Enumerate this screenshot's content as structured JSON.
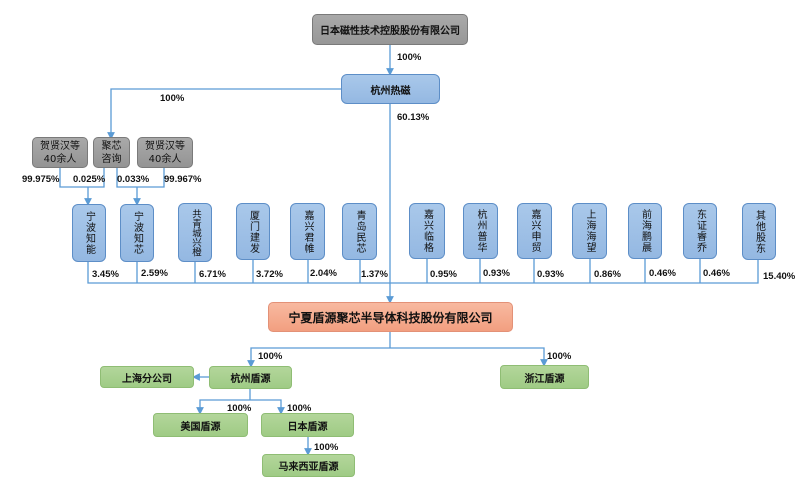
{
  "diagram": {
    "title": "Ownership structure",
    "colors": {
      "line": "#5b9bd5",
      "gray_box": "#a0a0a0",
      "blue_box": "#9dbfe6",
      "orange_box": "#f4a98b",
      "green_box": "#a9d191"
    },
    "top_parent": {
      "label": "日本磁性技术控股股份有限公司"
    },
    "parent_to_hangzhou_pct": "100%",
    "hangzhou_recmag": {
      "label": "杭州热磁"
    },
    "hangzhou_to_juxin_pct": "100%",
    "hangzhou_to_main_pct": "60.13%",
    "juxin_consulting": {
      "label_line1": "聚芯",
      "label_line2": "咨询"
    },
    "left_group": {
      "label_line1": "贺贤汉等",
      "label_line2": "40余人"
    },
    "right_group": {
      "label_line1": "贺贤汉等",
      "label_line2": "40余人"
    },
    "pct_left_group_to_zhineng": "99.975%",
    "pct_juxin_to_zhineng": "0.025%",
    "pct_juxin_to_zhixin": "0.033%",
    "pct_right_group_to_zhixin": "99.967%",
    "shareholders": [
      {
        "label": "宁波知能",
        "pct": "3.45%"
      },
      {
        "label": "宁波知芯",
        "pct": "2.59%"
      },
      {
        "label": "共青城兴橙",
        "pct": "6.71%"
      },
      {
        "label": "厦门建发",
        "pct": "3.72%"
      },
      {
        "label": "嘉兴君帷",
        "pct": "2.04%"
      },
      {
        "label": "青岛民芯",
        "pct": "1.37%"
      },
      {
        "label": "嘉兴临格",
        "pct": "0.95%"
      },
      {
        "label": "杭州普华",
        "pct": "0.93%"
      },
      {
        "label": "嘉兴申贸",
        "pct": "0.93%"
      },
      {
        "label": "上海海望",
        "pct": "0.86%"
      },
      {
        "label": "前海鹏晨",
        "pct": "0.46%"
      },
      {
        "label": "东证睿乔",
        "pct": "0.46%"
      },
      {
        "label": "其他股东",
        "pct": "15.40%"
      }
    ],
    "main_company": {
      "label": "宁夏盾源聚芯半导体科技股份有限公司"
    },
    "subsidiaries": {
      "hangzhou_dunyuan": {
        "label": "杭州盾源",
        "pct": "100%"
      },
      "zhejiang_dunyuan": {
        "label": "浙江盾源",
        "pct": "100%"
      },
      "shanghai_branch": {
        "label": "上海分公司"
      },
      "us_dunyuan": {
        "label": "美国盾源",
        "pct": "100%"
      },
      "japan_dunyuan": {
        "label": "日本盾源",
        "pct": "100%"
      },
      "malaysia_dunyuan": {
        "label": "马来西亚盾源",
        "pct": "100%"
      }
    }
  }
}
